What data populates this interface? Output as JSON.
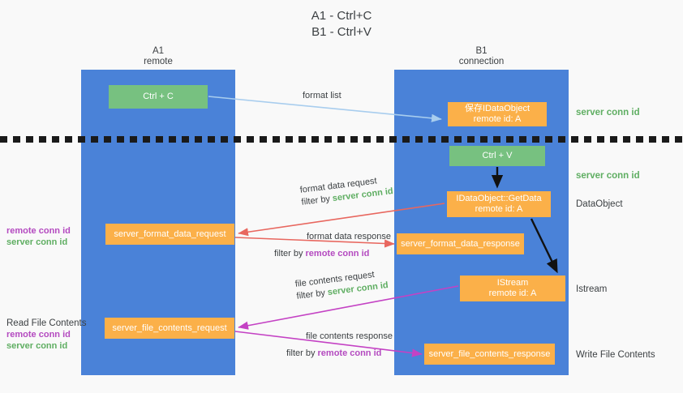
{
  "title": "A1 - Ctrl+C\nB1 - Ctrl+V",
  "columns": {
    "a1": {
      "header": "A1\nremote"
    },
    "b1": {
      "header": "B1\nconnection"
    }
  },
  "nodes": {
    "ctrl_c": "Ctrl + C",
    "save_dataobject": "保存IDataObject\nremote id: A",
    "ctrl_v": "Ctrl + V",
    "getdata": "IDataObject::GetData\nremote id: A",
    "format_data_response": "server_format_data_response",
    "istream": "IStream\nremote id: A",
    "file_contents_response": "server_file_contents_response",
    "format_data_request": "server_format_data_request",
    "file_contents_request": "server_file_contents_request"
  },
  "side_labels": {
    "server_conn_id_1": "server conn id",
    "server_conn_id_2": "server conn id",
    "dataobject": "DataObject",
    "istream": "Istream",
    "write_file_contents": "Write File Contents"
  },
  "left_labels": {
    "remote_conn_id_1": "remote conn id",
    "server_conn_id_1": "server conn id",
    "read_file_contents": "Read File Contents",
    "remote_conn_id_2": "remote conn id",
    "server_conn_id_2": "server conn id"
  },
  "edge_labels": {
    "format_list": "format list",
    "format_data_request": "format data request",
    "format_data_request_filter_prefix": "filter by ",
    "format_data_request_filter_key": "server conn id",
    "format_data_response": "format data response",
    "format_data_response_filter_prefix": "filter by ",
    "format_data_response_filter_key": "remote conn id",
    "file_contents_request": "file contents request",
    "file_contents_request_filter_prefix": "filter by ",
    "file_contents_request_filter_key": "server conn id",
    "file_contents_response": "file contents response",
    "file_contents_response_filter_prefix": "filter by ",
    "file_contents_response_filter_key": "remote conn id"
  },
  "colors": {
    "lane_blue": "#4a82d8",
    "node_green": "#77c180",
    "node_orange": "#fbb049",
    "green_text": "#5fae62",
    "purple_text": "#b44ac0",
    "arrow_lightblue": "#a8cdee",
    "arrow_red": "#e8675f",
    "arrow_magenta": "#c442c4",
    "arrow_black": "#111111",
    "background": "#f9f9f9"
  }
}
